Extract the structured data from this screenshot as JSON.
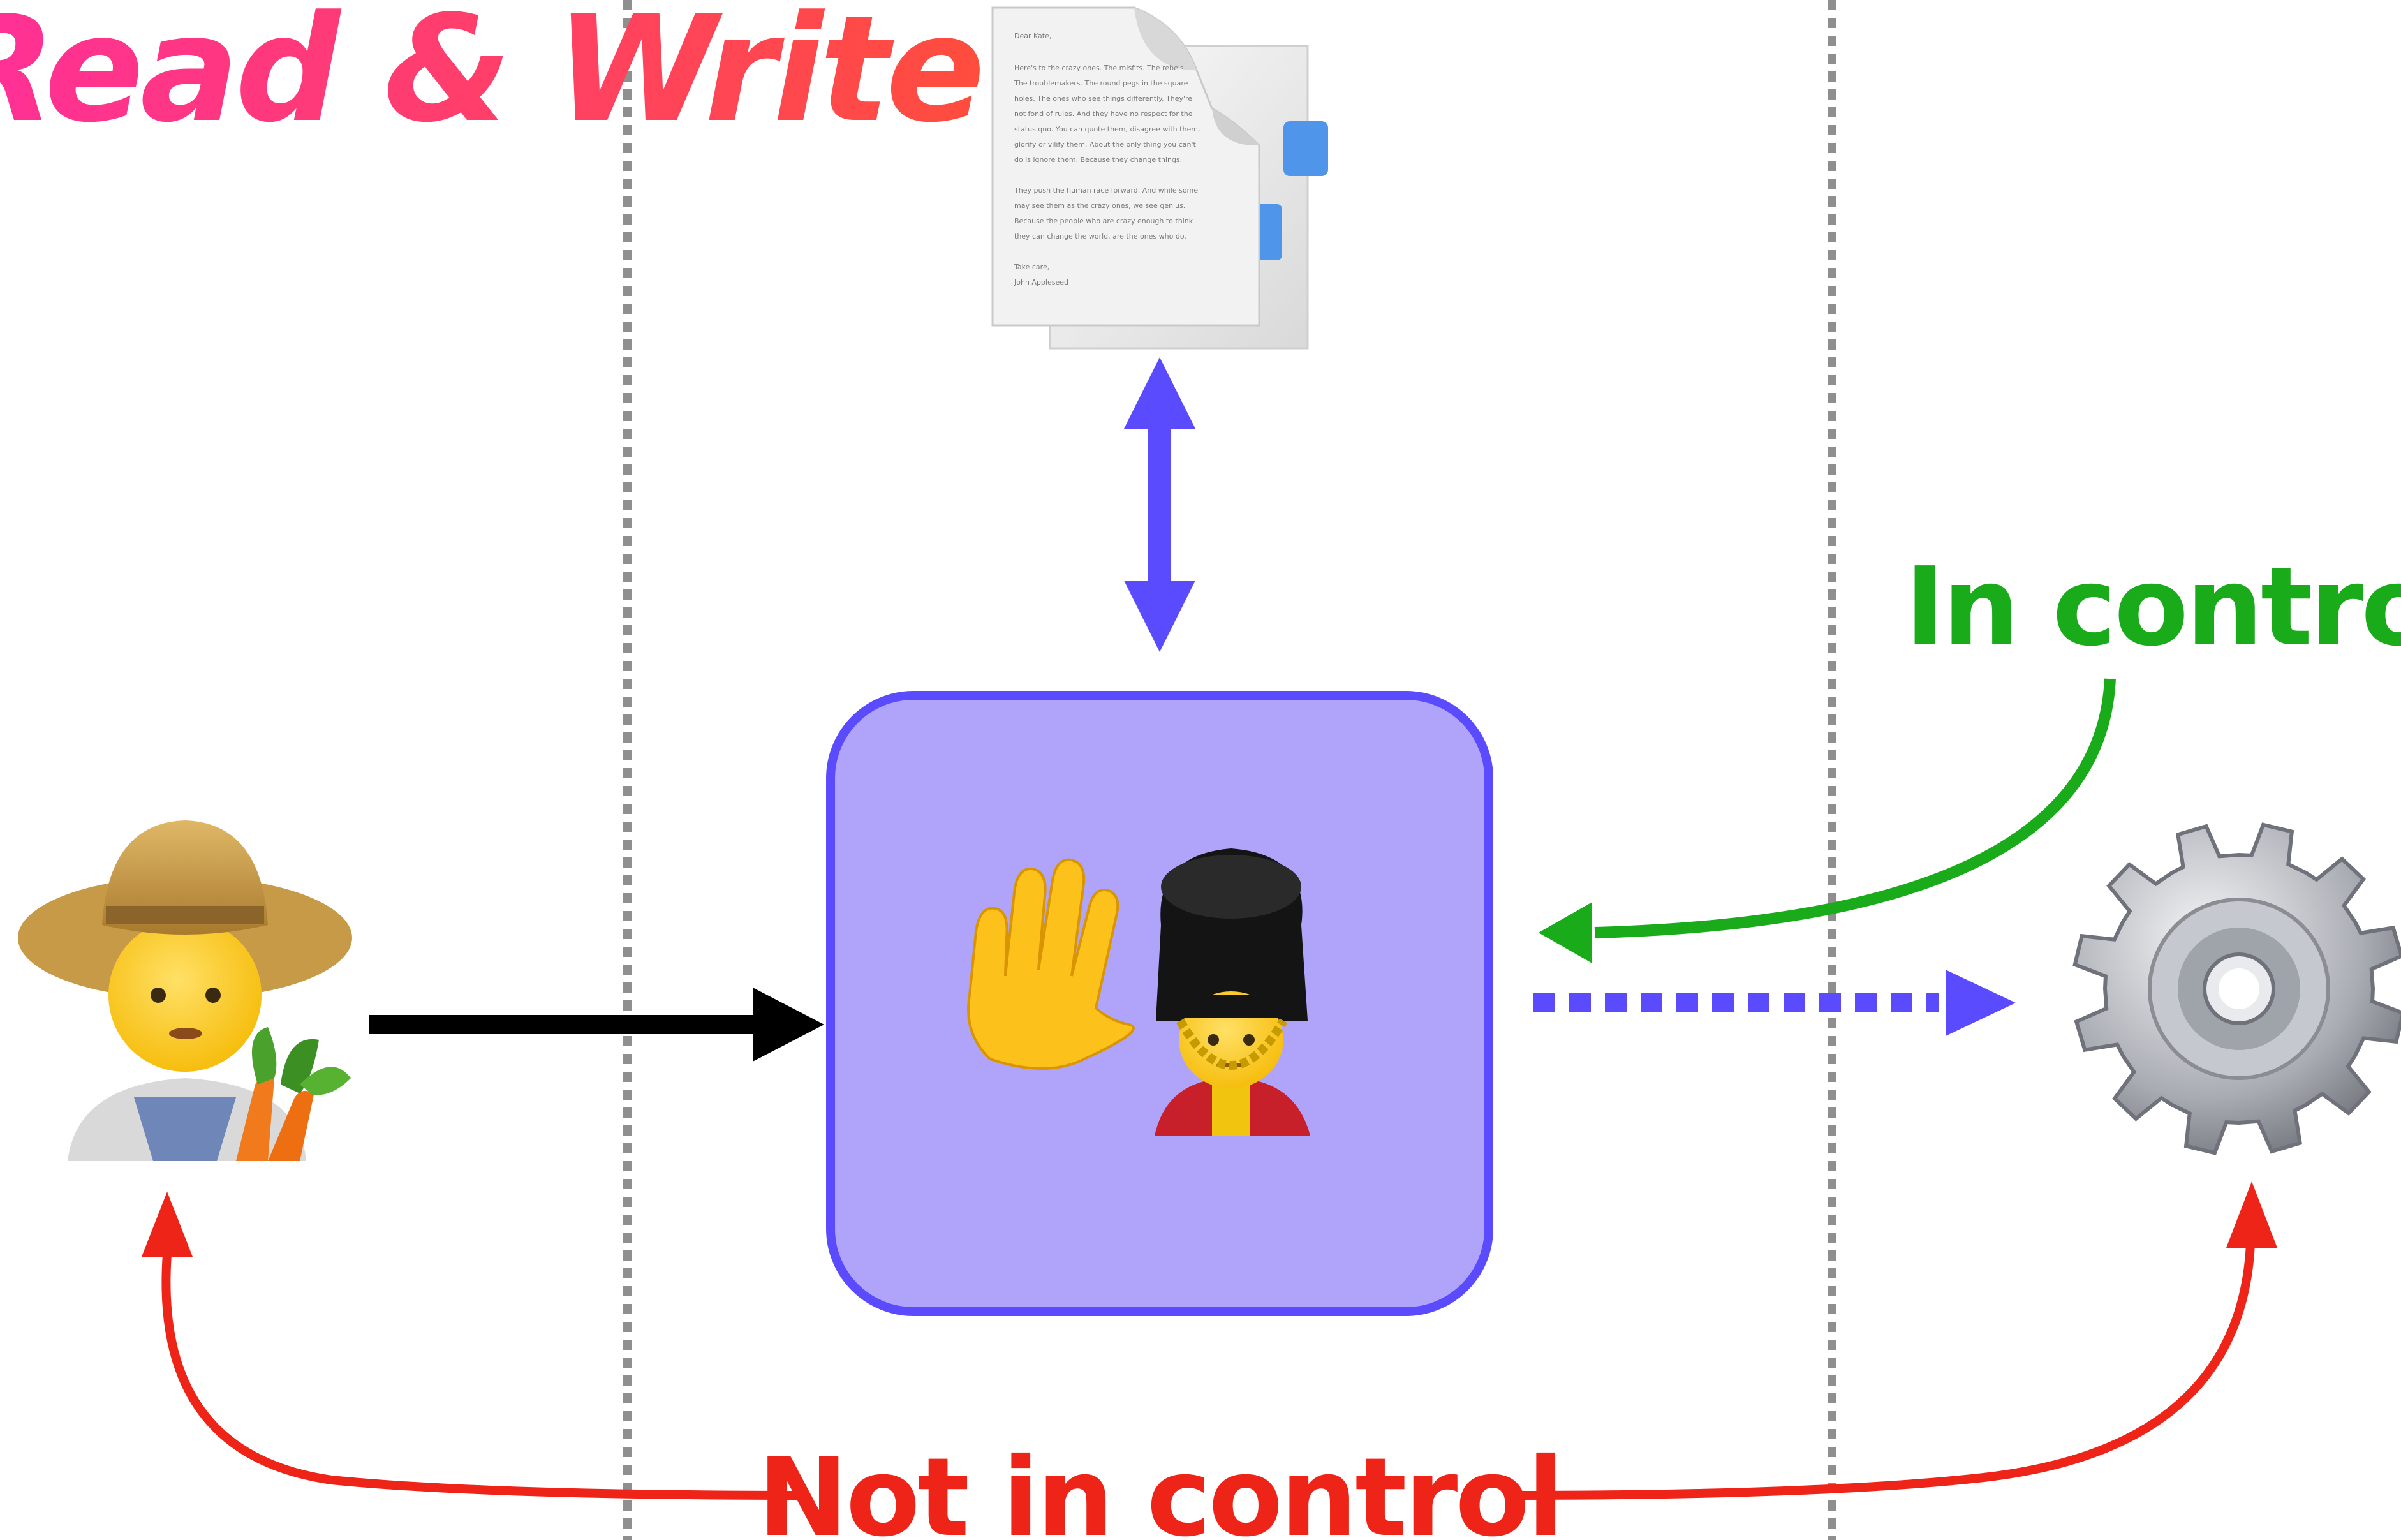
{
  "title": {
    "text": "Read & Write",
    "gradient_start": "#ff2f9a",
    "gradient_end": "#ff4d3d"
  },
  "labels": {
    "in_control": "In control",
    "not_in_control": "Not in control"
  },
  "document": {
    "icon": "document-stack-icon",
    "greeting": "Dear Kate,",
    "paragraph_1": [
      "Here's to the crazy ones. The misfits. The rebels.",
      "The troublemakers. The round pegs in the square",
      "holes. The ones who see things differently. They're",
      "not fond of rules. And they have no respect for the",
      "status quo. You can quote them, disagree with them,",
      "glorify or vilify them. About the only thing you can't",
      "do is ignore them. Because they change things."
    ],
    "paragraph_2": [
      "They push the human race forward. And while some",
      "may see them as the crazy ones, we see genius.",
      "Because the people who are crazy enough to think",
      "they can change the world, are the ones who do."
    ],
    "signoff": "Take care,",
    "signature": "John Appleseed"
  },
  "icons": {
    "farmer": "farmer-icon",
    "hand": "raised-hand-icon",
    "guard": "guard-icon",
    "gear": "gear-icon"
  },
  "colors": {
    "accent": "#5b4bff",
    "box_fill": "#b0a3fa",
    "green": "#1aab1a",
    "red": "#ee2418",
    "divider": "#8f8f8f",
    "black": "#000000"
  }
}
